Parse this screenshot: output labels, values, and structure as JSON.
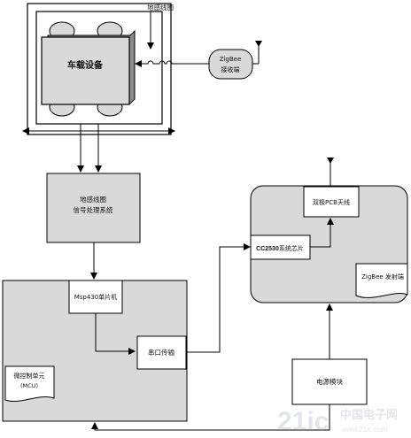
{
  "labels": {
    "coil": "地感线圈",
    "vehicle": "车载设备",
    "zigbee_rx_1": "ZigBee",
    "zigbee_rx_2": "接收端",
    "proc_1": "地感线圈",
    "proc_2": "信号处理系统",
    "cc2530": "CC2530",
    "cc2530_suffix": "系统芯片",
    "antenna": "双极PCB天线",
    "zigbee_tx": "ZigBee 发射端",
    "msp": "Msp430单片机",
    "serial": "串口传输",
    "mcu_1": "微控制单元",
    "mcu_2": "(MCU)",
    "power": "电源模块"
  },
  "watermark": {
    "main": "21ic",
    "side": "中国电子网",
    "url": "www.21ic.com"
  },
  "colors": {
    "box_fill": "#d9d9d9",
    "line": "#000000",
    "white": "#ffffff"
  }
}
